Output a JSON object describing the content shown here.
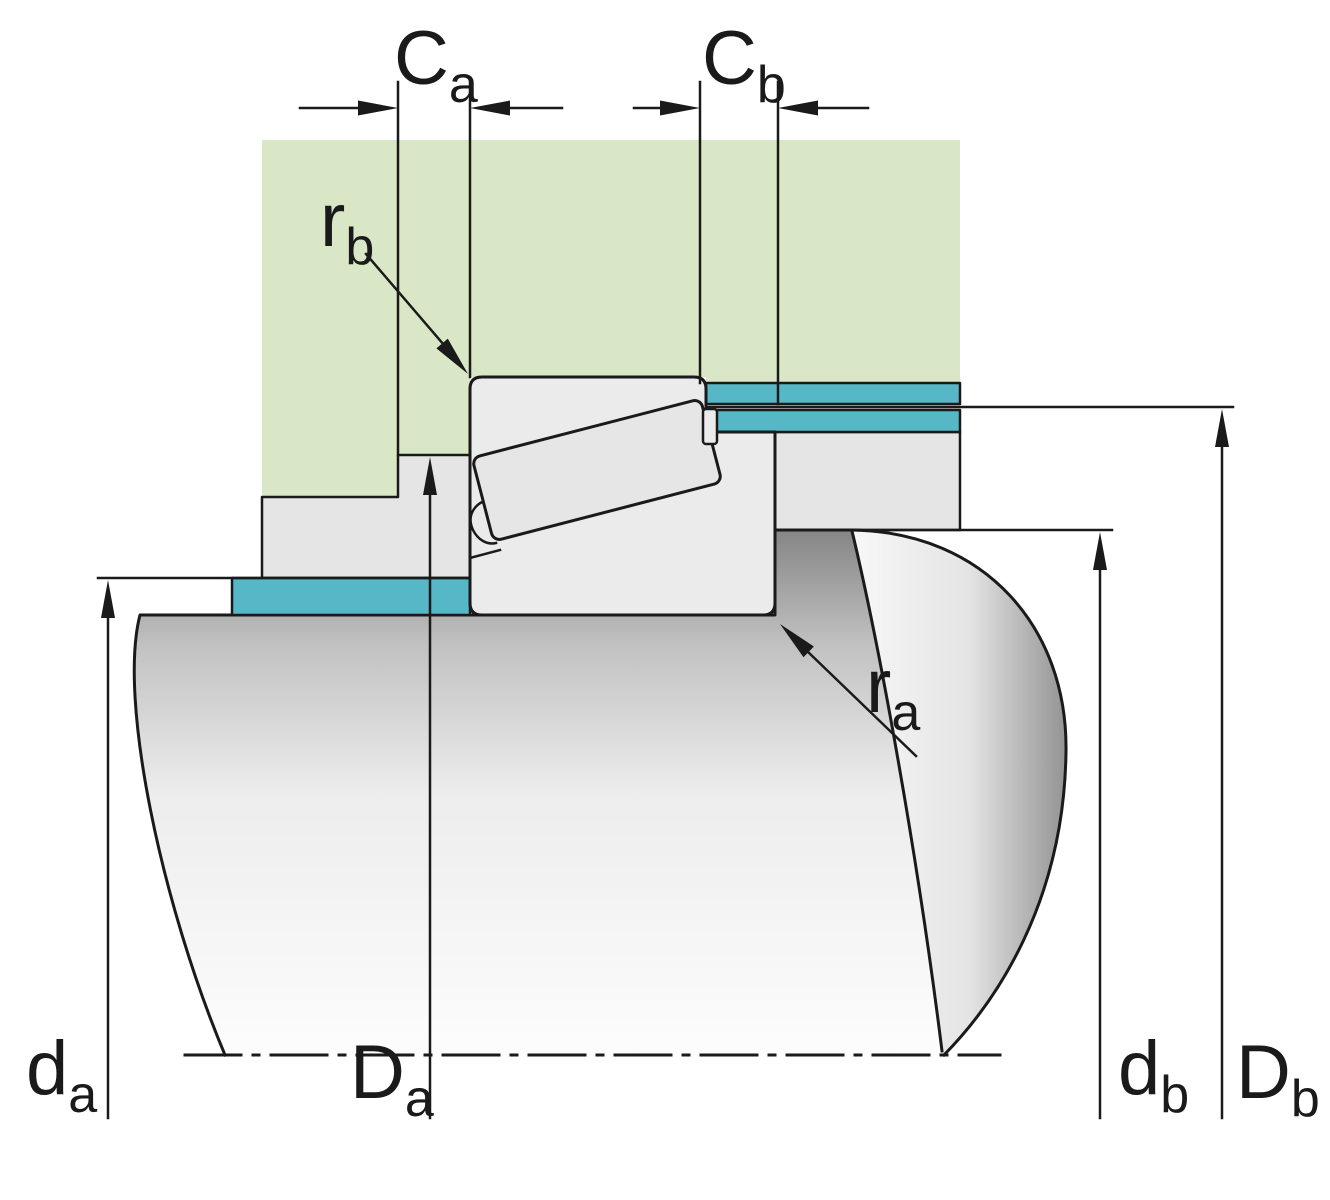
{
  "labels": {
    "ca": {
      "main": "C",
      "sub": "a"
    },
    "cb": {
      "main": "C",
      "sub": "b"
    },
    "rb": {
      "main": "r",
      "sub": "b"
    },
    "ra": {
      "main": "r",
      "sub": "a"
    },
    "da": {
      "main": "d",
      "sub": "a"
    },
    "Da": {
      "main": "D",
      "sub": "a"
    },
    "db": {
      "main": "d",
      "sub": "b"
    },
    "Db": {
      "main": "D",
      "sub": "b"
    }
  },
  "colors": {
    "housing": "#d9e7c6",
    "abutment": "#56b7c6",
    "component_gray": "#e5e5e5",
    "bearing_gray": "#ebebeb",
    "roller_gray": "#e6e6e6",
    "line": "#1a1a1a",
    "background": "#ffffff"
  }
}
